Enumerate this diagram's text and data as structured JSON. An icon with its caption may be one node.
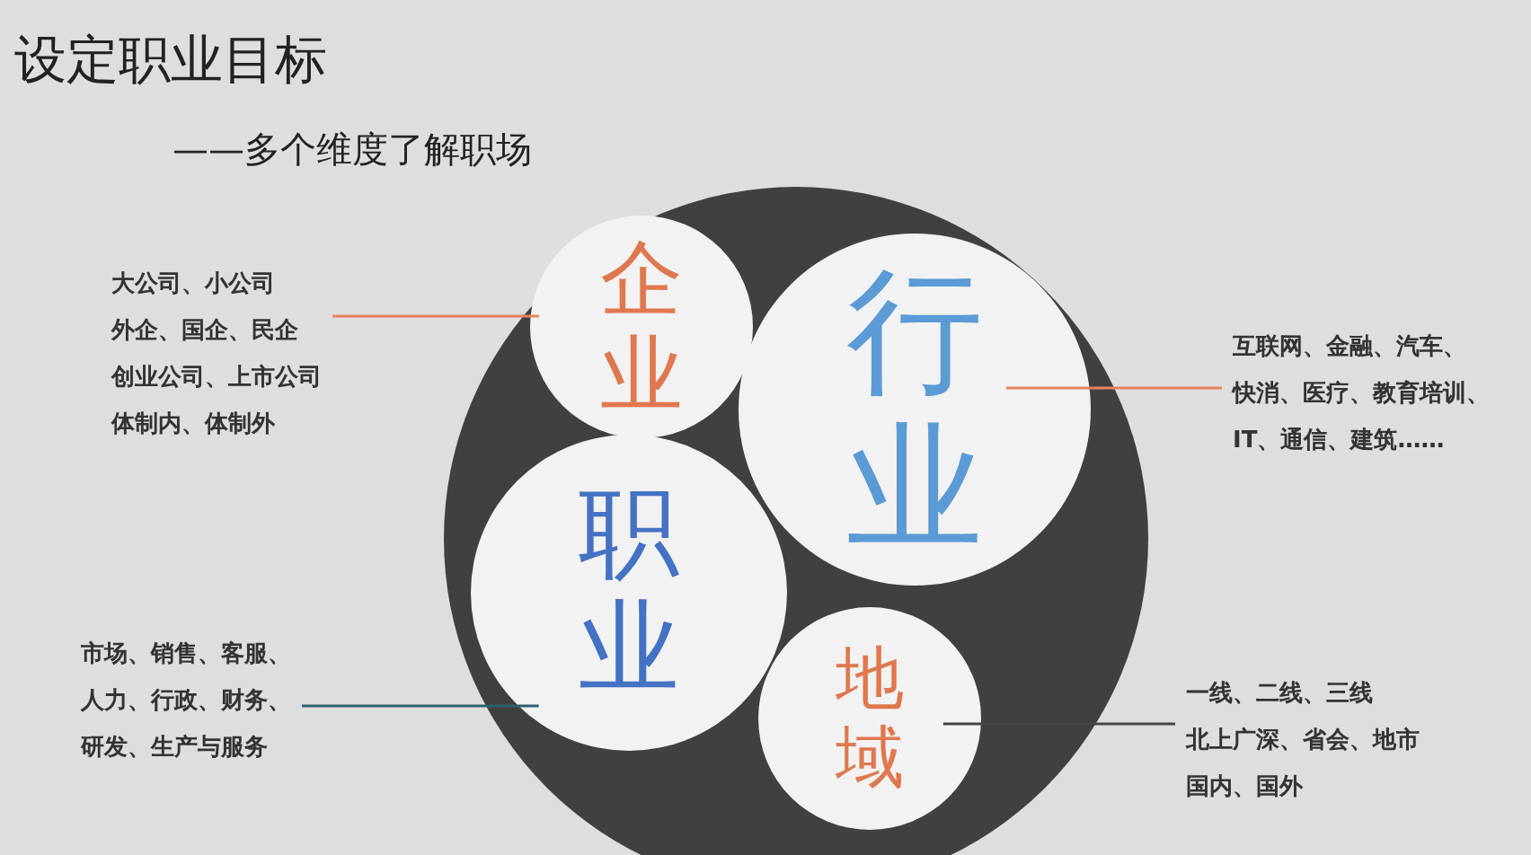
{
  "diagram": {
    "title": "设定职业目标",
    "nodes": [
      {
        "text": [],
        "shape": "circle"
      },
      {
        "text": [
          "企业"
        ],
        "in": 0
      },
      {
        "text": [
          "行业"
        ],
        "in": 0
      },
      {
        "text": [
          "职业"
        ],
        "in": 0
      },
      {
        "text": [
          "地域"
        ],
        "in": 0
      },
      {
        "text": [
          "大公司、小公司",
          "外企、国企、民企",
          "创业公司、上市公司",
          "体制内、体制外"
        ]
      },
      {
        "text": [
          "互联网、金融、汽车、",
          "快消、医疗、教育培训、",
          "IT、通信、建筑……"
        ]
      },
      {
        "text": [
          "市场、销售、客服、",
          "人力、行政、财务、",
          "研发、生产与服务"
        ]
      },
      {
        "text": [
          "一线、二线、三线",
          "北上广深、省会、地市",
          "国内、国外"
        ]
      }
    ],
    "edges": [
      {
        "from": 5,
        "to": 1,
        "arrow": "none",
        "color": "#e8825a"
      },
      {
        "from": 6,
        "to": 2,
        "arrow": "none",
        "color": "#e8825a"
      },
      {
        "from": 7,
        "to": 3,
        "arrow": "none",
        "color": "#2f5f6e"
      },
      {
        "from": 8,
        "to": 4,
        "arrow": "none",
        "color": "#444444"
      }
    ],
    "labels": [
      "——多个维度了解职场"
    ]
  }
}
